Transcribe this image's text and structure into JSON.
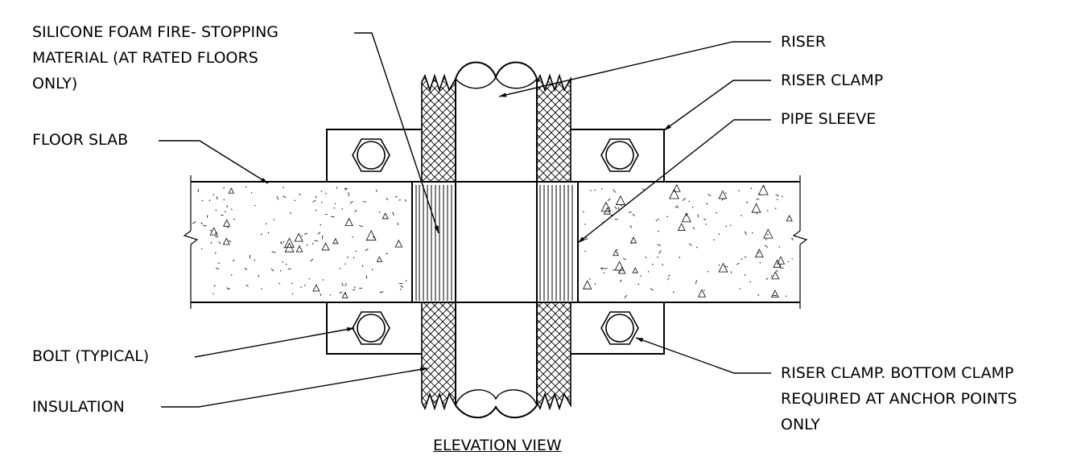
{
  "labels": {
    "silicone_line1": "SILICONE FOAM FIRE- STOPPING",
    "silicone_line2": "MATERIAL (AT RATED FLOORS",
    "silicone_line3": "ONLY)",
    "floor_slab": "FLOOR SLAB",
    "riser": "RISER",
    "riser_clamp": "RISER CLAMP",
    "pipe_sleeve": "PIPE SLEEVE",
    "bolt": "BOLT (TYPICAL)",
    "insulation": "INSULATION",
    "riser_clamp_bottom_line1": "RISER CLAMP. BOTTOM CLAMP",
    "riser_clamp_bottom_line2": "REQUIRED AT ANCHOR POINTS",
    "riser_clamp_bottom_line3": "ONLY"
  },
  "view_title": "ELEVATION VIEW",
  "colors": {
    "line": "#000000",
    "background": "#ffffff"
  }
}
